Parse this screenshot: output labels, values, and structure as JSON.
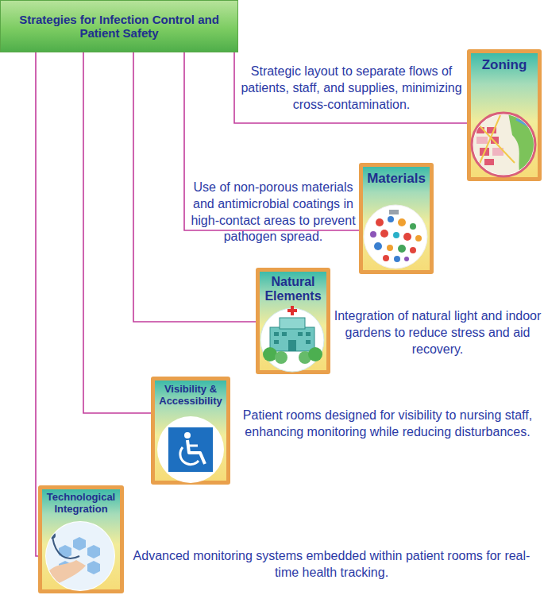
{
  "diagram": {
    "nodes": [
      {
        "text": [
          "Strategies for Infection Control and Patient Safety"
        ]
      },
      {
        "text": [
          "Zoning"
        ]
      },
      {
        "text": [
          "Materials"
        ]
      },
      {
        "text": [
          "Natural Elements"
        ]
      },
      {
        "text": [
          "Visibility & Accessibility"
        ]
      },
      {
        "text": [
          "Technological Integration"
        ]
      }
    ],
    "edges": [
      {
        "from": 0,
        "to": 1,
        "arrow": "none"
      },
      {
        "from": 0,
        "to": 2,
        "arrow": "none"
      },
      {
        "from": 0,
        "to": 3,
        "arrow": "none"
      },
      {
        "from": 0,
        "to": 4,
        "arrow": "none"
      },
      {
        "from": 0,
        "to": 5,
        "arrow": "none"
      }
    ],
    "labels": [
      "Strategic layout to separate flows of patients, staff, and supplies, minimizing cross-contamination.",
      "Use of non-porous materials and antimicrobial coatings in high-contact areas to prevent pathogen spread.",
      "Integration of natural light and indoor gardens to reduce stress and aid recovery.",
      "Patient rooms designed for visibility to nursing staff, enhancing monitoring while reducing disturbances.",
      "Advanced monitoring systems embedded within patient rooms for real-time health tracking."
    ]
  }
}
